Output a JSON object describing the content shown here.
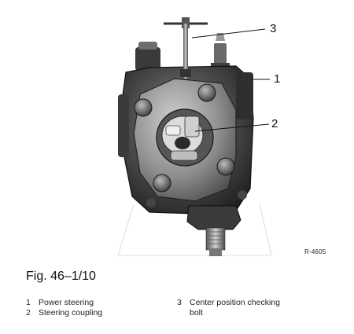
{
  "figure": {
    "callouts": [
      "3",
      "1",
      "2"
    ],
    "image_code": "R-4605"
  },
  "caption": "Fig. 46–1/10",
  "legend": {
    "left": [
      {
        "num": "1",
        "text": "Power steering"
      },
      {
        "num": "2",
        "text": "Steering coupling"
      }
    ],
    "right": [
      {
        "num": "3",
        "text": "Center position checking",
        "text2": "bolt"
      }
    ]
  }
}
